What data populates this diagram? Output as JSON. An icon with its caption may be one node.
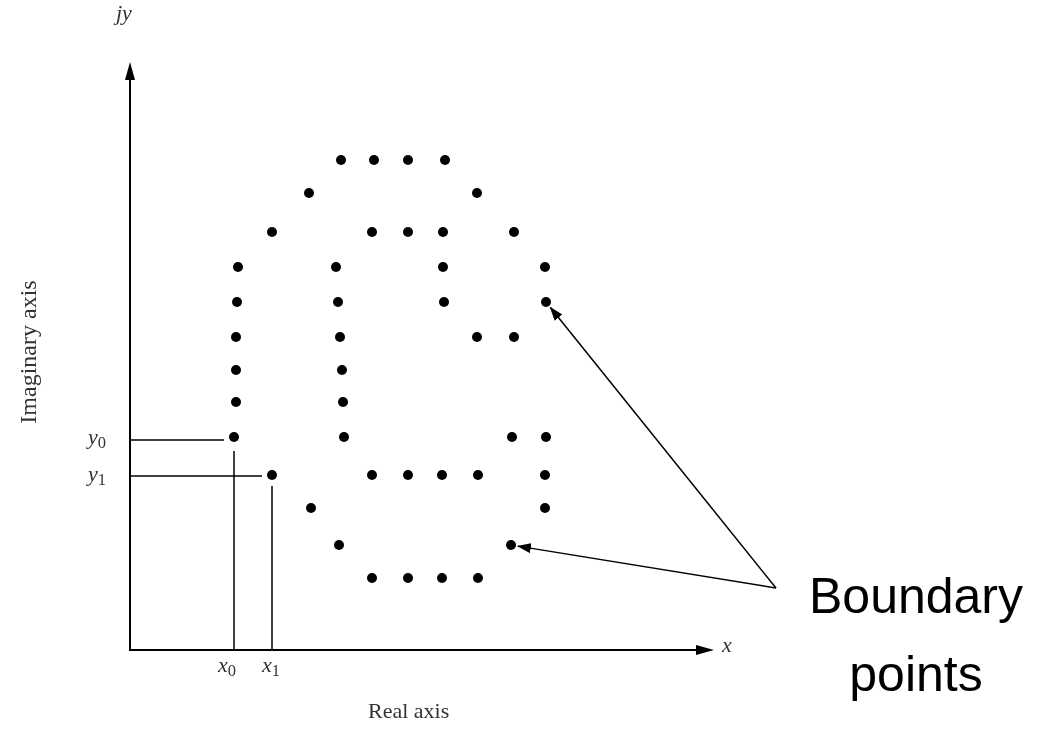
{
  "diagram": {
    "nodes": [
      {
        "text": [
          "Boundary points"
        ]
      },
      {
        "text": [],
        "shape": "circle"
      },
      {
        "text": [],
        "shape": "circle"
      }
    ],
    "edges": [
      {
        "from": 0,
        "to": 1,
        "arrow": "to"
      },
      {
        "from": 0,
        "to": 2,
        "arrow": "to"
      }
    ],
    "labels": [
      "*jy*",
      "Imaginary axis",
      "*y*$_{0}$",
      "*y*$_{1}$",
      "*x*$_{0}$",
      "*x*$_{1}$",
      "*x*",
      "Real axis"
    ]
  }
}
